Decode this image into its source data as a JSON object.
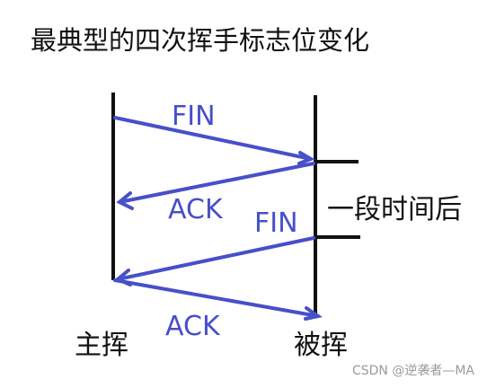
{
  "title": "最典型的四次挥手标志位变化",
  "left_party_label": "主挥",
  "right_party_label": "被挥",
  "messages": [
    {
      "label": "FIN",
      "from": "left",
      "to": "right"
    },
    {
      "label": "ACK",
      "from": "right",
      "to": "left"
    },
    {
      "label": "FIN",
      "from": "right",
      "to": "left"
    },
    {
      "label": "ACK",
      "from": "left",
      "to": "right"
    }
  ],
  "interval_label": "一段时间后",
  "watermark": "CSDN @逆袭者—MA",
  "colors": {
    "arrow": "#4650c8",
    "ink": "#111111",
    "watermark": "#9a9a9a"
  }
}
